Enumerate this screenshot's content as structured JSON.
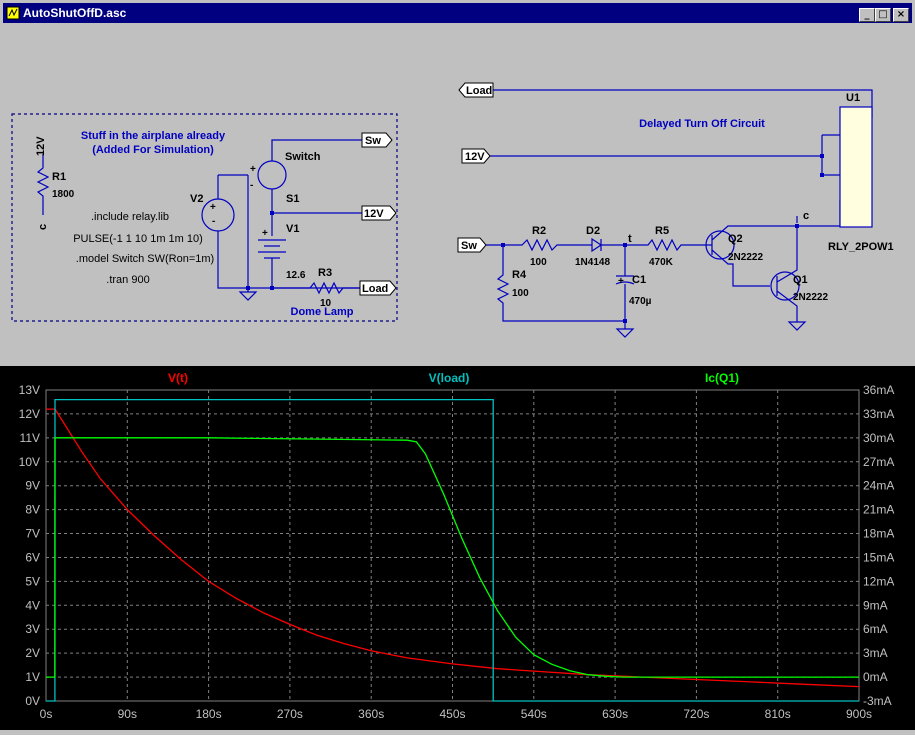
{
  "window": {
    "title": "AutoShutOffD.asc",
    "buttons": {
      "minimize": "_",
      "maximize": "□",
      "close": "×"
    }
  },
  "schematic": {
    "box_title1": "Stuff in the airplane already",
    "box_title2": "(Added For Simulation)",
    "delay_title": "Delayed Turn Off Circuit",
    "directives": [
      ".include relay.lib",
      "PULSE(-1 1 10 1m 1m 10)",
      ".model Switch SW(Ron=1m)",
      ".tran 900"
    ],
    "dome_lamp": "Dome Lamp",
    "labels": {
      "r1": "R1",
      "r1_val": "1800",
      "r1_top": "12V",
      "r1_bot": "c",
      "v2": "V2",
      "switch": "Switch",
      "s1": "S1",
      "v1": "V1",
      "v1_val": "12.6",
      "r3": "R3",
      "r3_val": "10",
      "r2": "R2",
      "r2_val": "100",
      "d2": "D2",
      "d2_val": "1N4148",
      "r4": "R4",
      "r4_val": "100",
      "c1": "C1",
      "c1_val": "470µ",
      "r5": "R5",
      "r5_val": "470K",
      "q2": "Q2",
      "q2_val": "2N2222",
      "q1": "Q1",
      "q1_val": "2N2222",
      "u1": "U1",
      "u1_val": "RLY_2POW1",
      "node_t": "t",
      "node_c": "c",
      "plus": "+",
      "minus": "-"
    },
    "net_flags": {
      "sw_top": "Sw",
      "v12_left": "12V",
      "load_left": "Load",
      "load_right": "Load",
      "v12_right": "12V",
      "sw_right": "Sw"
    }
  },
  "chart_data": {
    "type": "line",
    "series": [
      {
        "name": "V(t)",
        "color": "#ff0000",
        "axis": "left",
        "x": [
          0,
          10,
          20,
          40,
          60,
          90,
          120,
          150,
          180,
          210,
          240,
          270,
          300,
          330,
          360,
          400,
          450,
          500,
          540,
          600,
          660,
          720,
          780,
          840,
          900
        ],
        "y": [
          12.2,
          12.2,
          11.6,
          10.4,
          9.3,
          8.0,
          6.9,
          5.9,
          5.0,
          4.3,
          3.7,
          3.2,
          2.75,
          2.4,
          2.1,
          1.8,
          1.55,
          1.35,
          1.25,
          1.1,
          1.0,
          0.9,
          0.8,
          0.7,
          0.6
        ]
      },
      {
        "name": "V(load)",
        "color": "#00c0c0",
        "axis": "left",
        "x": [
          0,
          9.9,
          10,
          495,
          495.1,
          900
        ],
        "y": [
          0,
          0,
          12.6,
          12.6,
          0,
          0
        ]
      },
      {
        "name": "Ic(Q1)",
        "color": "#00ff00",
        "axis": "right",
        "x": [
          0,
          9.9,
          10,
          180,
          400,
          410,
          420,
          440,
          460,
          480,
          500,
          520,
          540,
          560,
          580,
          600,
          620,
          640,
          700,
          800,
          900
        ],
        "y": [
          0,
          0,
          30,
          30,
          29.7,
          29.5,
          28,
          23,
          17.5,
          12.5,
          8.3,
          5,
          2.8,
          1.6,
          0.8,
          0.3,
          0.1,
          0,
          0,
          0,
          0
        ]
      }
    ],
    "xlabel": "",
    "ylabel": "",
    "xlim": [
      0,
      900
    ],
    "xticks": [
      "0s",
      "90s",
      "180s",
      "270s",
      "360s",
      "450s",
      "540s",
      "630s",
      "720s",
      "810s",
      "900s"
    ],
    "ylim_left": [
      0,
      13
    ],
    "yticks_left": [
      "0V",
      "1V",
      "2V",
      "3V",
      "4V",
      "5V",
      "6V",
      "7V",
      "8V",
      "9V",
      "10V",
      "11V",
      "12V",
      "13V"
    ],
    "ylim_right": [
      -3,
      36
    ],
    "yticks_right": [
      "-3mA",
      "0mA",
      "3mA",
      "6mA",
      "9mA",
      "12mA",
      "15mA",
      "18mA",
      "21mA",
      "24mA",
      "27mA",
      "30mA",
      "33mA",
      "36mA"
    ],
    "grid": true,
    "legend": "top",
    "colors": {
      "background": "#000000",
      "grid": "#808080",
      "axis_text": "#c0c0c0"
    }
  }
}
